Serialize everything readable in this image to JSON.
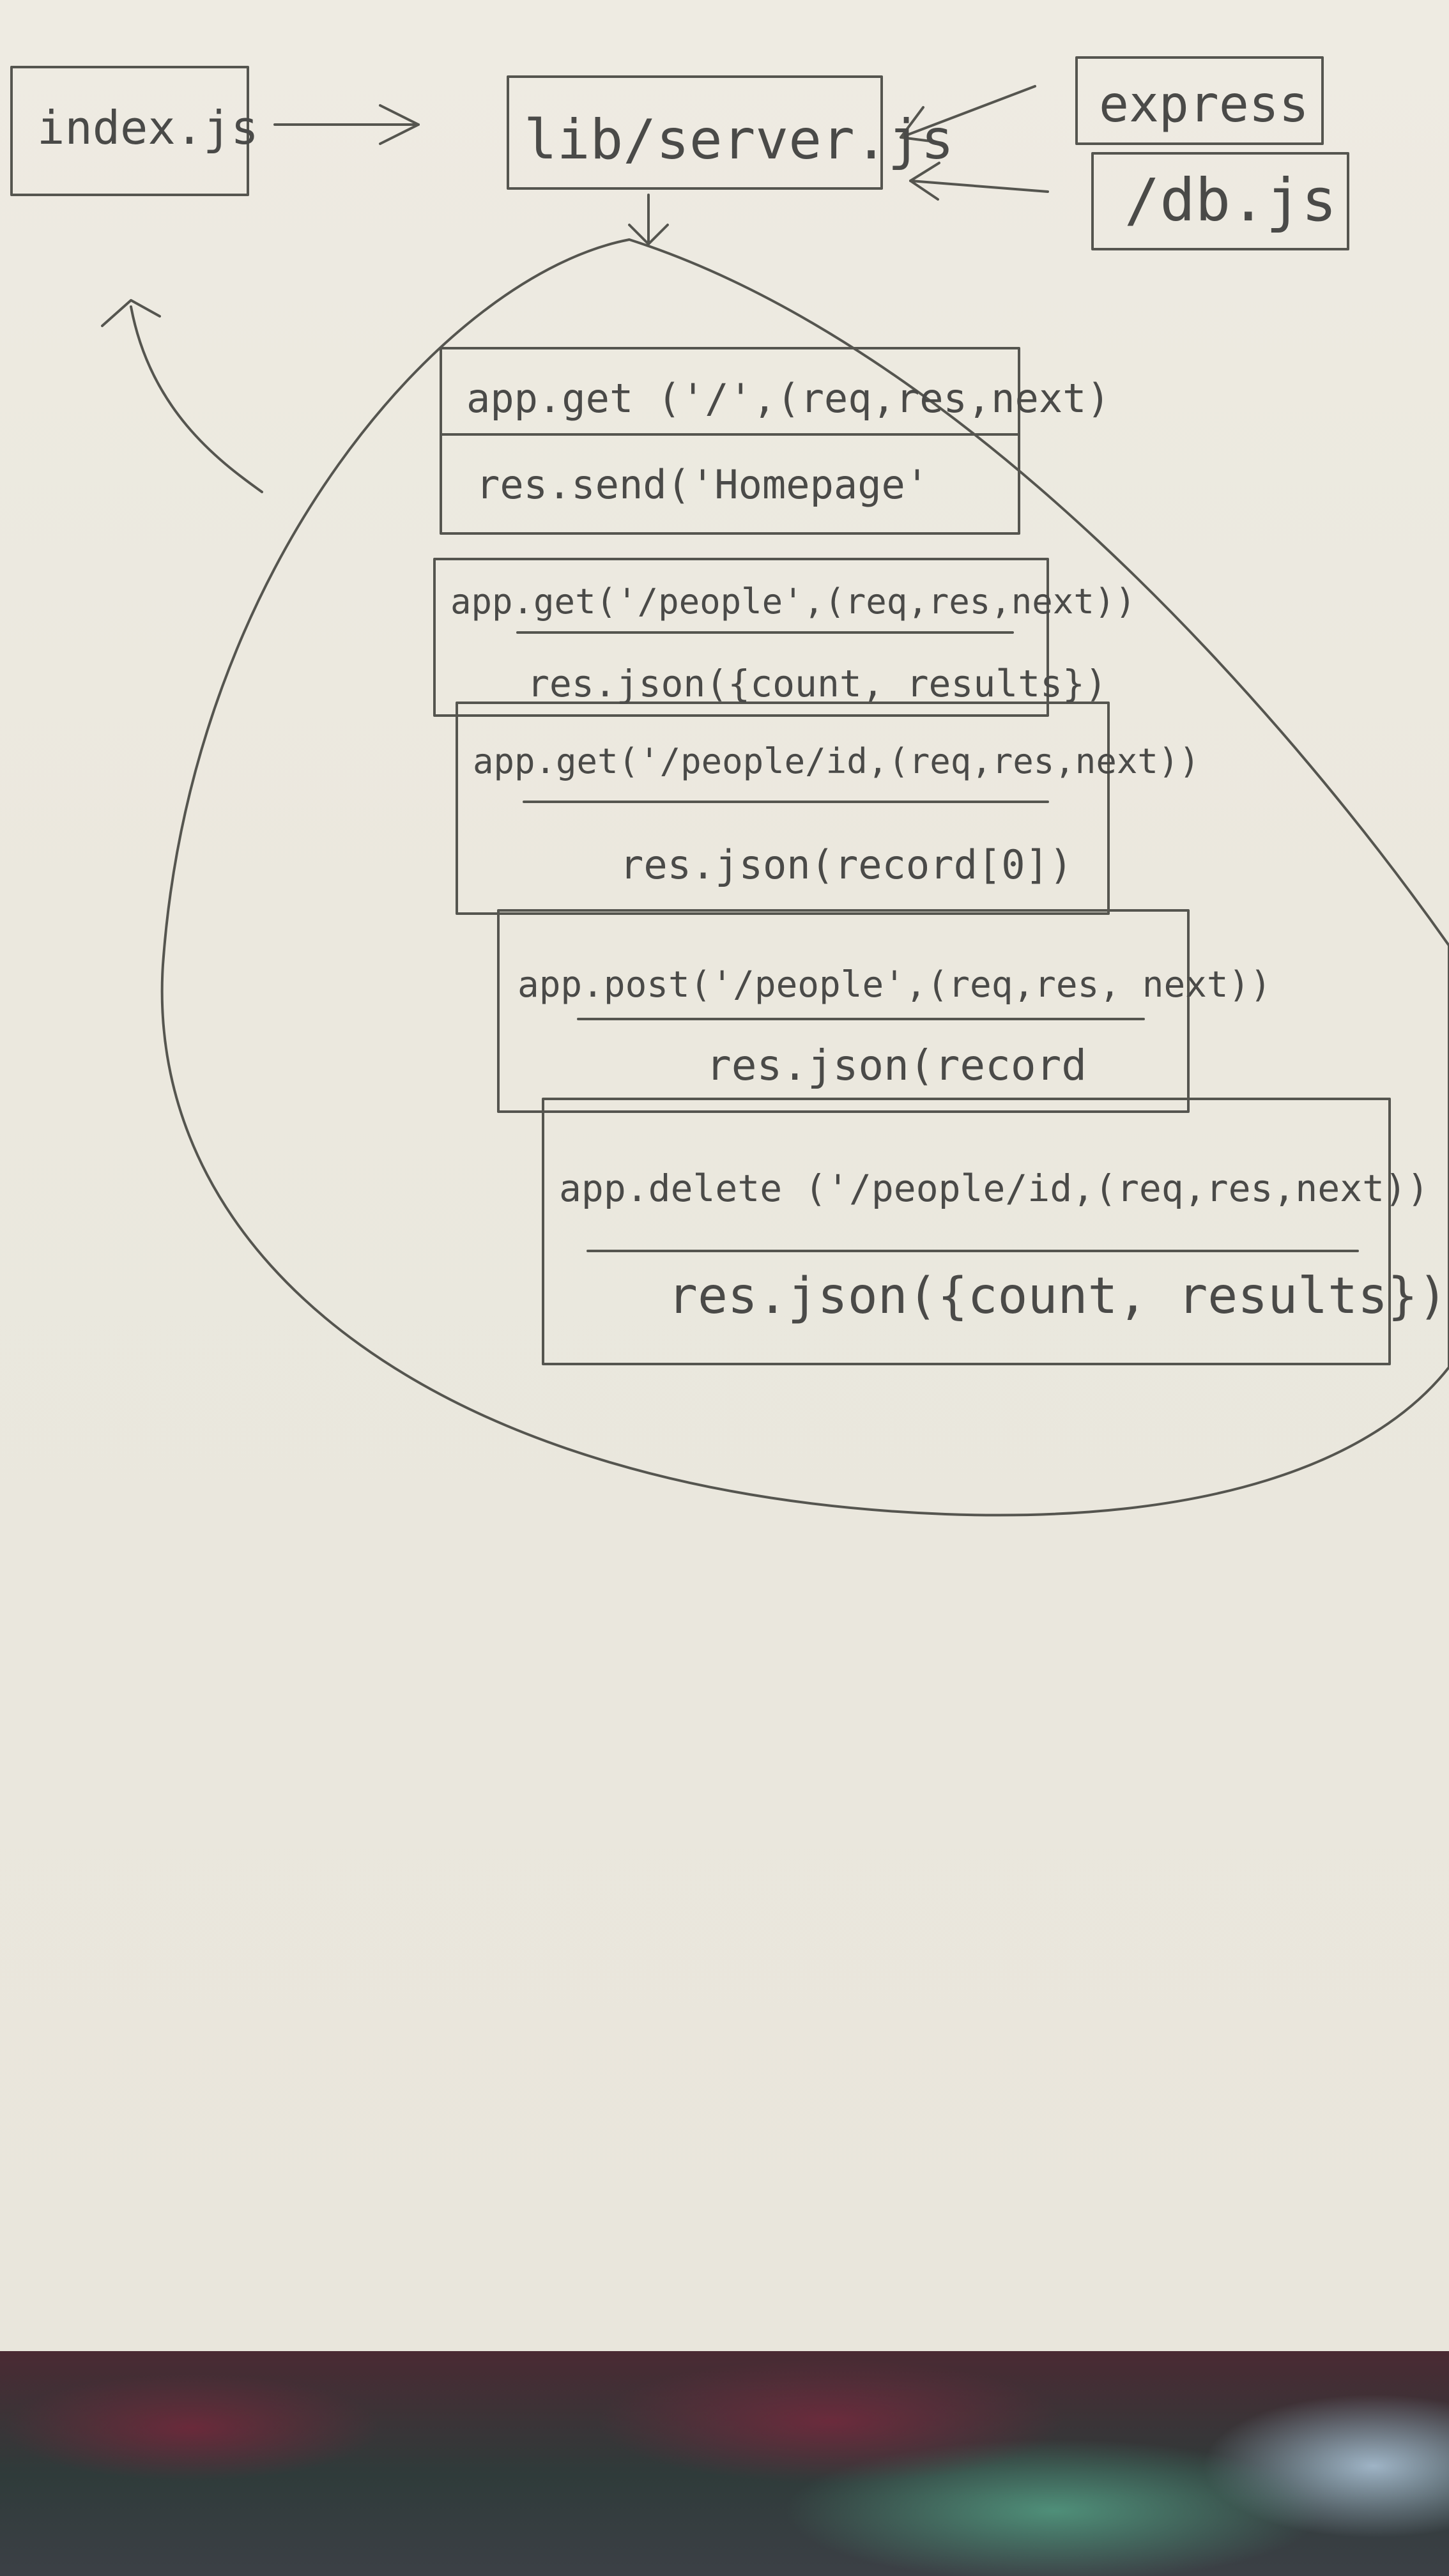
{
  "diagram": {
    "nodes": {
      "index": "index.js",
      "server": "lib/server.js",
      "express": "express",
      "db": "/db.js"
    },
    "routes": [
      {
        "handler": "app.get ('/',(req,res,next)",
        "response": "res.send('Homepage'"
      },
      {
        "handler": "app.get('/people',(req,res,next))",
        "response": "res.json({count, results})"
      },
      {
        "handler": "app.get('/people/id,(req,res,next))",
        "response": "res.json(record[0])"
      },
      {
        "handler": "app.post('/people',(req,res, next))",
        "response": "res.json(record"
      },
      {
        "handler": "app.delete ('/people/id,(req,res,next))",
        "response": "res.json({count, results})"
      }
    ],
    "colors": {
      "paper": "#ece9df",
      "pencil": "#4a4a48"
    }
  }
}
